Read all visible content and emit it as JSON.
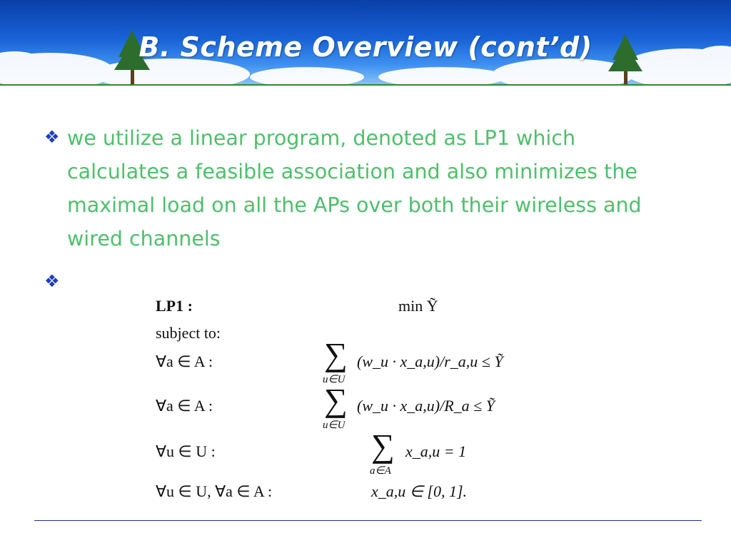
{
  "slide": {
    "title": "B. Scheme Overview (cont’d)",
    "bullets": [
      {
        "marker": "❖",
        "text": "we utilize a linear program, denoted as LP1 which calculates a feasible association and also minimizes the maximal load on all the APs over both their wireless and wired channels"
      },
      {
        "marker": "❖",
        "text": ""
      }
    ]
  },
  "formula": {
    "lp_label": "LP1 :",
    "objective": "min Ỹ",
    "subject_to": "subject to:",
    "constraints": [
      {
        "quantifier": "∀a ∈ A :",
        "sum_symbol": "∑",
        "sum_index": "u∈U",
        "expression": "(w_u · x_a,u)/r_a,u ≤ Ỹ"
      },
      {
        "quantifier": "∀a ∈ A :",
        "sum_symbol": "∑",
        "sum_index": "u∈U",
        "expression": "(w_u · x_a,u)/R_a ≤ Ỹ"
      },
      {
        "quantifier": "∀u ∈ U :",
        "sum_symbol": "∑",
        "sum_index": "a∈A",
        "expression": "x_a,u = 1"
      },
      {
        "quantifier": "∀u ∈ U, ∀a ∈ A :",
        "sum_symbol": "",
        "sum_index": "",
        "expression": "x_a,u ∈ [0, 1]."
      }
    ]
  },
  "colors": {
    "title": "#ffffff",
    "bullet_text": "#4ec06b",
    "bullet_marker": "#1f3fb3",
    "footer_line": "#1f2f9a"
  }
}
